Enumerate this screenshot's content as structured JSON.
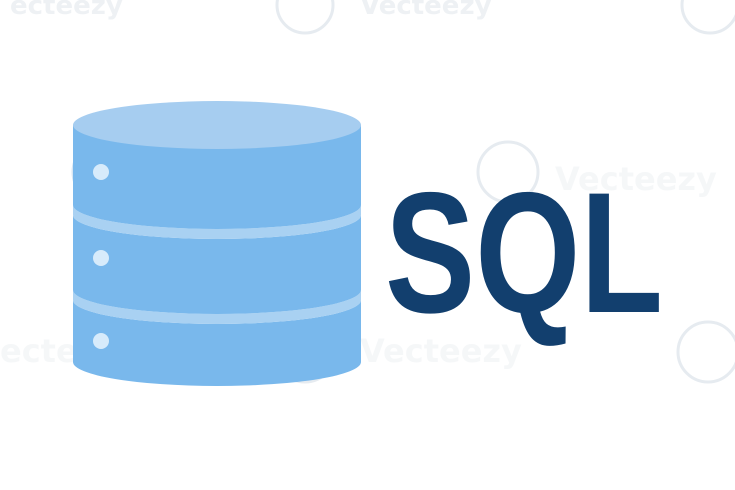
{
  "logo": {
    "text": "SQL",
    "text_color": "#123f6e"
  },
  "database_icon": {
    "layers": 3,
    "top_color": "#a6cdf0",
    "body_color": "#79b8ec",
    "separator_color": "#a9d1f2",
    "dot_color": "#d7ebfb"
  },
  "watermark": {
    "brand": "Vecteezy",
    "partial_left": "ecteezy",
    "color": "#e9eff5"
  }
}
